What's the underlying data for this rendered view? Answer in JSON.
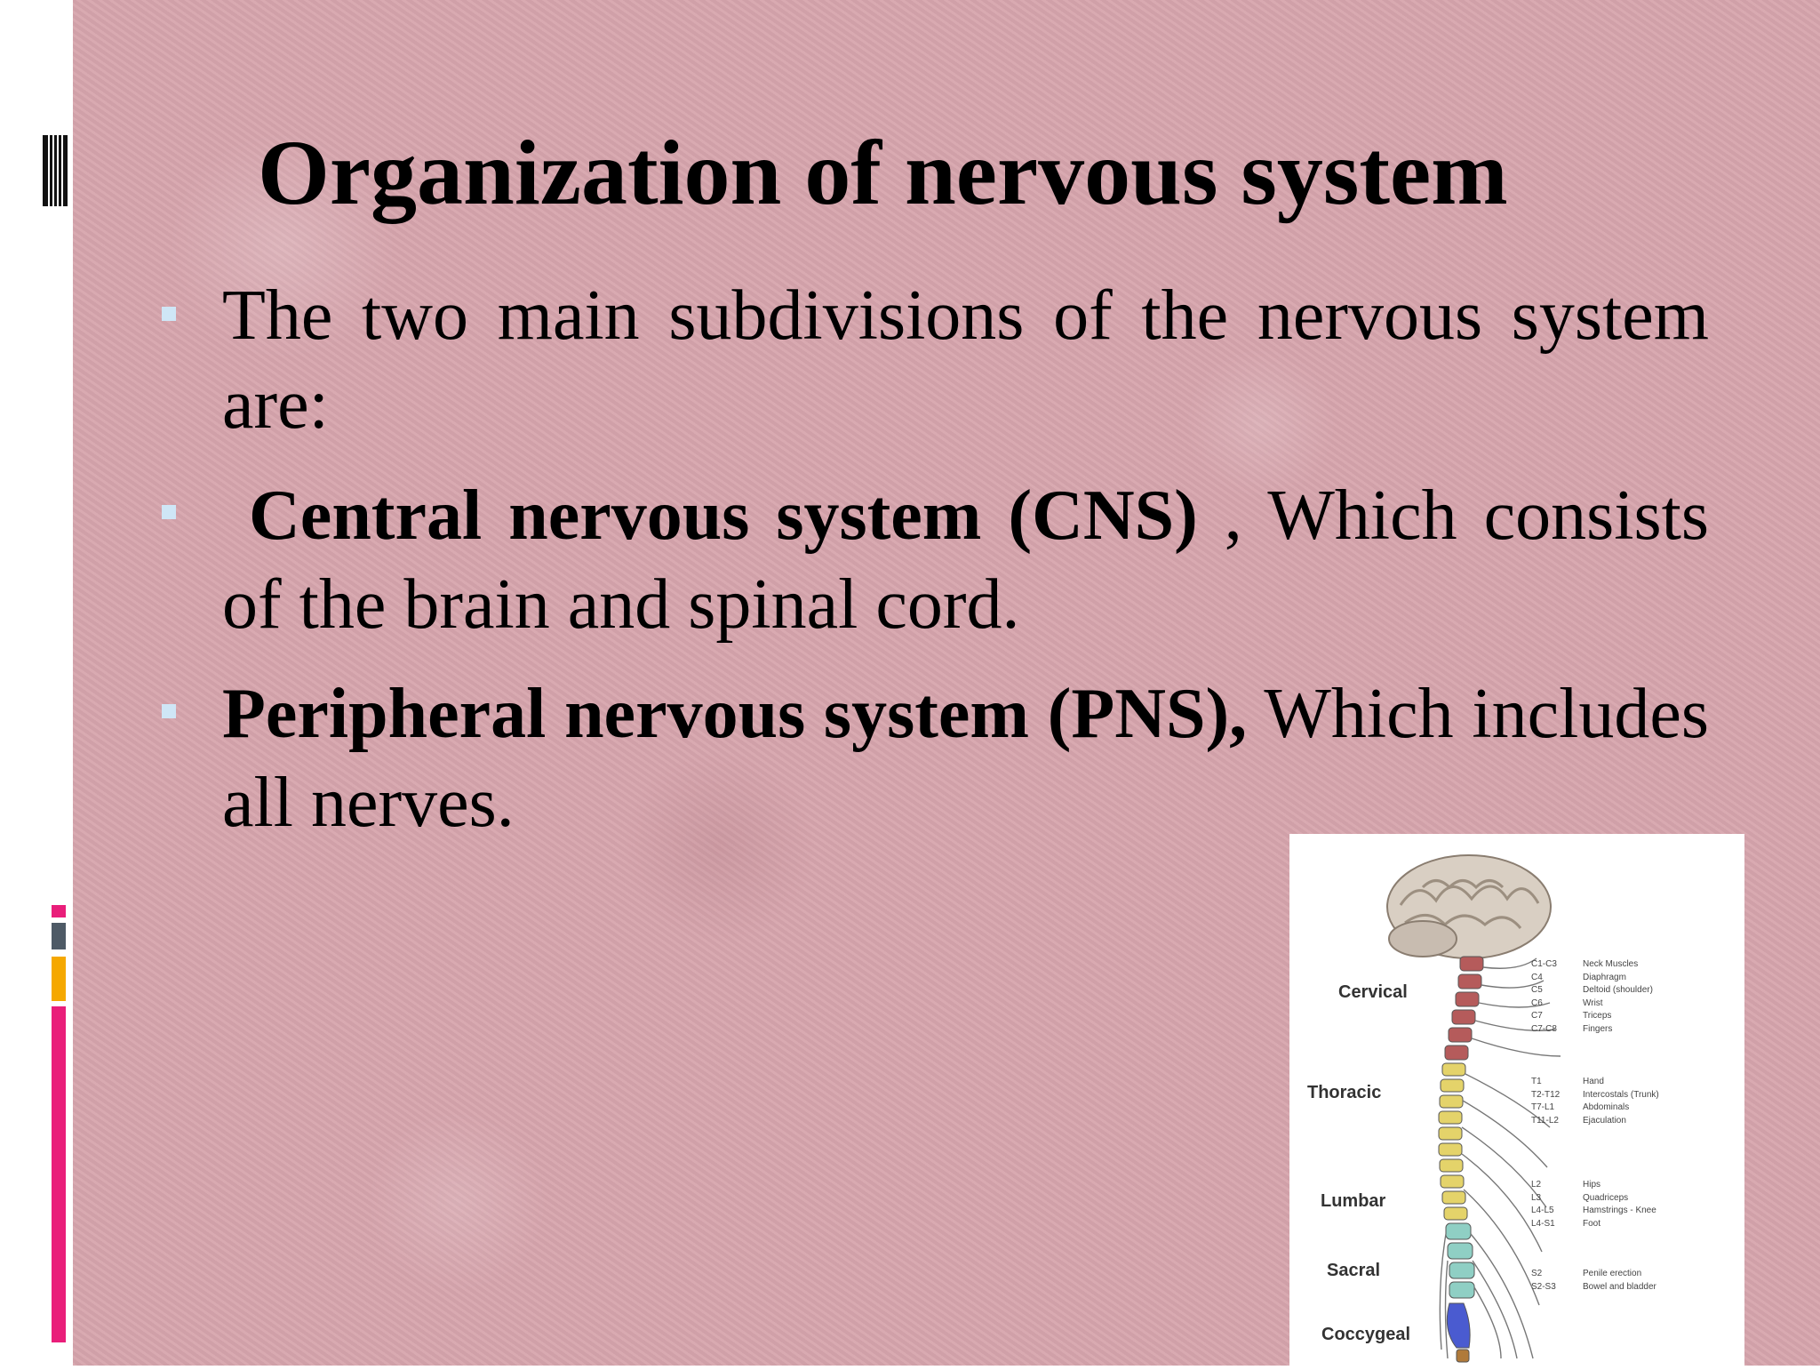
{
  "slide": {
    "title": "Organization of nervous system",
    "bullets": [
      {
        "bold": "",
        "text": "The two main subdivisions of the nervous system are:"
      },
      {
        "bold": "Central nervous system (CNS)",
        "text": " , Which consists of the brain and spinal cord."
      },
      {
        "bold": "Peripheral nervous system (PNS),",
        "text": " Which includes all nerves."
      }
    ]
  },
  "figure": {
    "regions": [
      "Cervical",
      "Thoracic",
      "Lumbar",
      "Sacral",
      "Coccygeal"
    ],
    "cervical": {
      "levels": "C1-C3\nC4\nC5\nC6\nC7\nC7-C8",
      "functions": "Neck Muscles\nDiaphragm\nDeltoid (shoulder)\nWrist\nTriceps\nFingers"
    },
    "thoracic": {
      "levels": "T1\nT2-T12\nT7-L1\nT11-L2",
      "functions": "Hand\nIntercostals (Trunk)\nAbdominals\nEjaculation"
    },
    "lumbar": {
      "levels": "L2\nL3\nL4-L5\nL4-S1",
      "functions": "Hips\nQuadriceps\nHamstrings - Knee\nFoot"
    },
    "sacral": {
      "levels": "S2\nS2-S3",
      "functions": "Penile erection\nBowel and bladder"
    }
  },
  "colors": {
    "background": "#d7a5ad",
    "bullet": "#cfe6f6",
    "accent_pink": "#e91e7a",
    "accent_slate": "#4e5a66",
    "accent_orange": "#f5a800"
  }
}
